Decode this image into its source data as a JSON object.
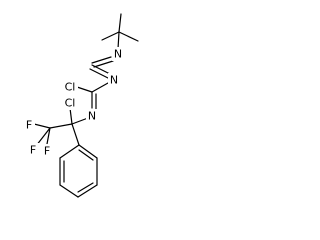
{
  "atoms": {
    "n_top": "N",
    "cl_mid": "Cl",
    "n_mid": "N",
    "n_low": "N",
    "cl_low": "Cl",
    "f_left": "F",
    "f_mid": "F",
    "f_low": "F"
  }
}
